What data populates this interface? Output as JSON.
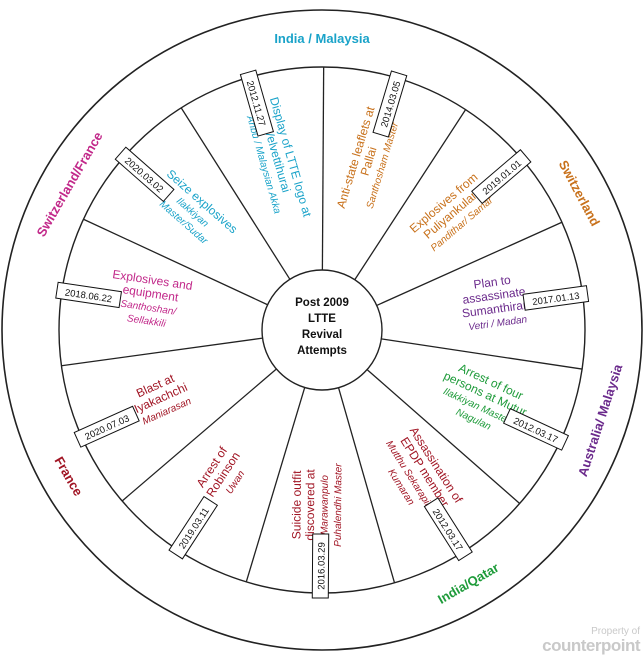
{
  "center": {
    "lines": [
      "Post 2009",
      "LTTE",
      "Revival",
      "Attempts"
    ]
  },
  "regions": [
    {
      "label": "India / Malaysia",
      "color": "#1aa3c9"
    },
    {
      "label": "Switzerland",
      "color": "#c8711b"
    },
    {
      "label": "Australia/ Malaysia",
      "color": "#6b2a8c"
    },
    {
      "label": "India/Qatar",
      "color": "#1e9b3a"
    },
    {
      "label": "France",
      "color": "#a11524"
    },
    {
      "label": "Switzerland/France",
      "color": "#c2298a"
    }
  ],
  "events": [
    {
      "date": "2012.11.27",
      "title": [
        "Display of LTTE logo at",
        "Velvettihurai"
      ],
      "people": [
        "Anbu / Malaysian  Akka"
      ],
      "color": "#1aa3c9"
    },
    {
      "date": "2014.03.05",
      "title": [
        "Anti-state leaflets at",
        "Pallai"
      ],
      "people": [
        "Santhosham  Master"
      ],
      "color": "#c8711b"
    },
    {
      "date": "2019.01.01",
      "title": [
        "Explosives from",
        "Puliyankulam"
      ],
      "people": [
        "Pandithar/  Samar"
      ],
      "color": "#c8711b"
    },
    {
      "date": "2017.01.13",
      "title": [
        "Plan to",
        "assassinate",
        "Sumanthiran"
      ],
      "people": [
        "Vetri / Madan"
      ],
      "color": "#6b2a8c"
    },
    {
      "date": "2012.03.17",
      "title": [
        "Arrest of four",
        "persons at Mutur"
      ],
      "people": [
        "Ilakkiyan Master /",
        "Nagulan"
      ],
      "color": "#1e9b3a"
    },
    {
      "date": "2012.03.17",
      "title": [
        "Assassination of",
        "EPDP member"
      ],
      "people": [
        "Mutthu  Sekarapillai /",
        "Kumaran"
      ],
      "color": "#a11524"
    },
    {
      "date": "2016.03.29",
      "title": [
        "Suicide outfit",
        "discovered at"
      ],
      "people": [
        "Marawanpulo",
        "Puhalendhi  Master"
      ],
      "color": "#a11524"
    },
    {
      "date": "2019.03.11",
      "title": [
        "Arrest of",
        "Robinson"
      ],
      "people": [
        "Uwan"
      ],
      "color": "#a11524"
    },
    {
      "date": "2020.07.03",
      "title": [
        "Blast at",
        "Iyakachchi"
      ],
      "people": [
        "Maniarasan"
      ],
      "color": "#a11524"
    },
    {
      "date": "2018.06.22",
      "title": [
        "Explosives and",
        "equipment"
      ],
      "people": [
        "Santhoshan/",
        "Sellakkili"
      ],
      "color": "#c2298a"
    },
    {
      "date": "2020.03.02",
      "title": [
        "Seize explosives"
      ],
      "people": [
        "Ilakkiyan",
        "Master/Sudar"
      ],
      "color": "#1aa3c9"
    }
  ],
  "watermark": {
    "line1": "Property of",
    "line2": "counterpoint"
  }
}
